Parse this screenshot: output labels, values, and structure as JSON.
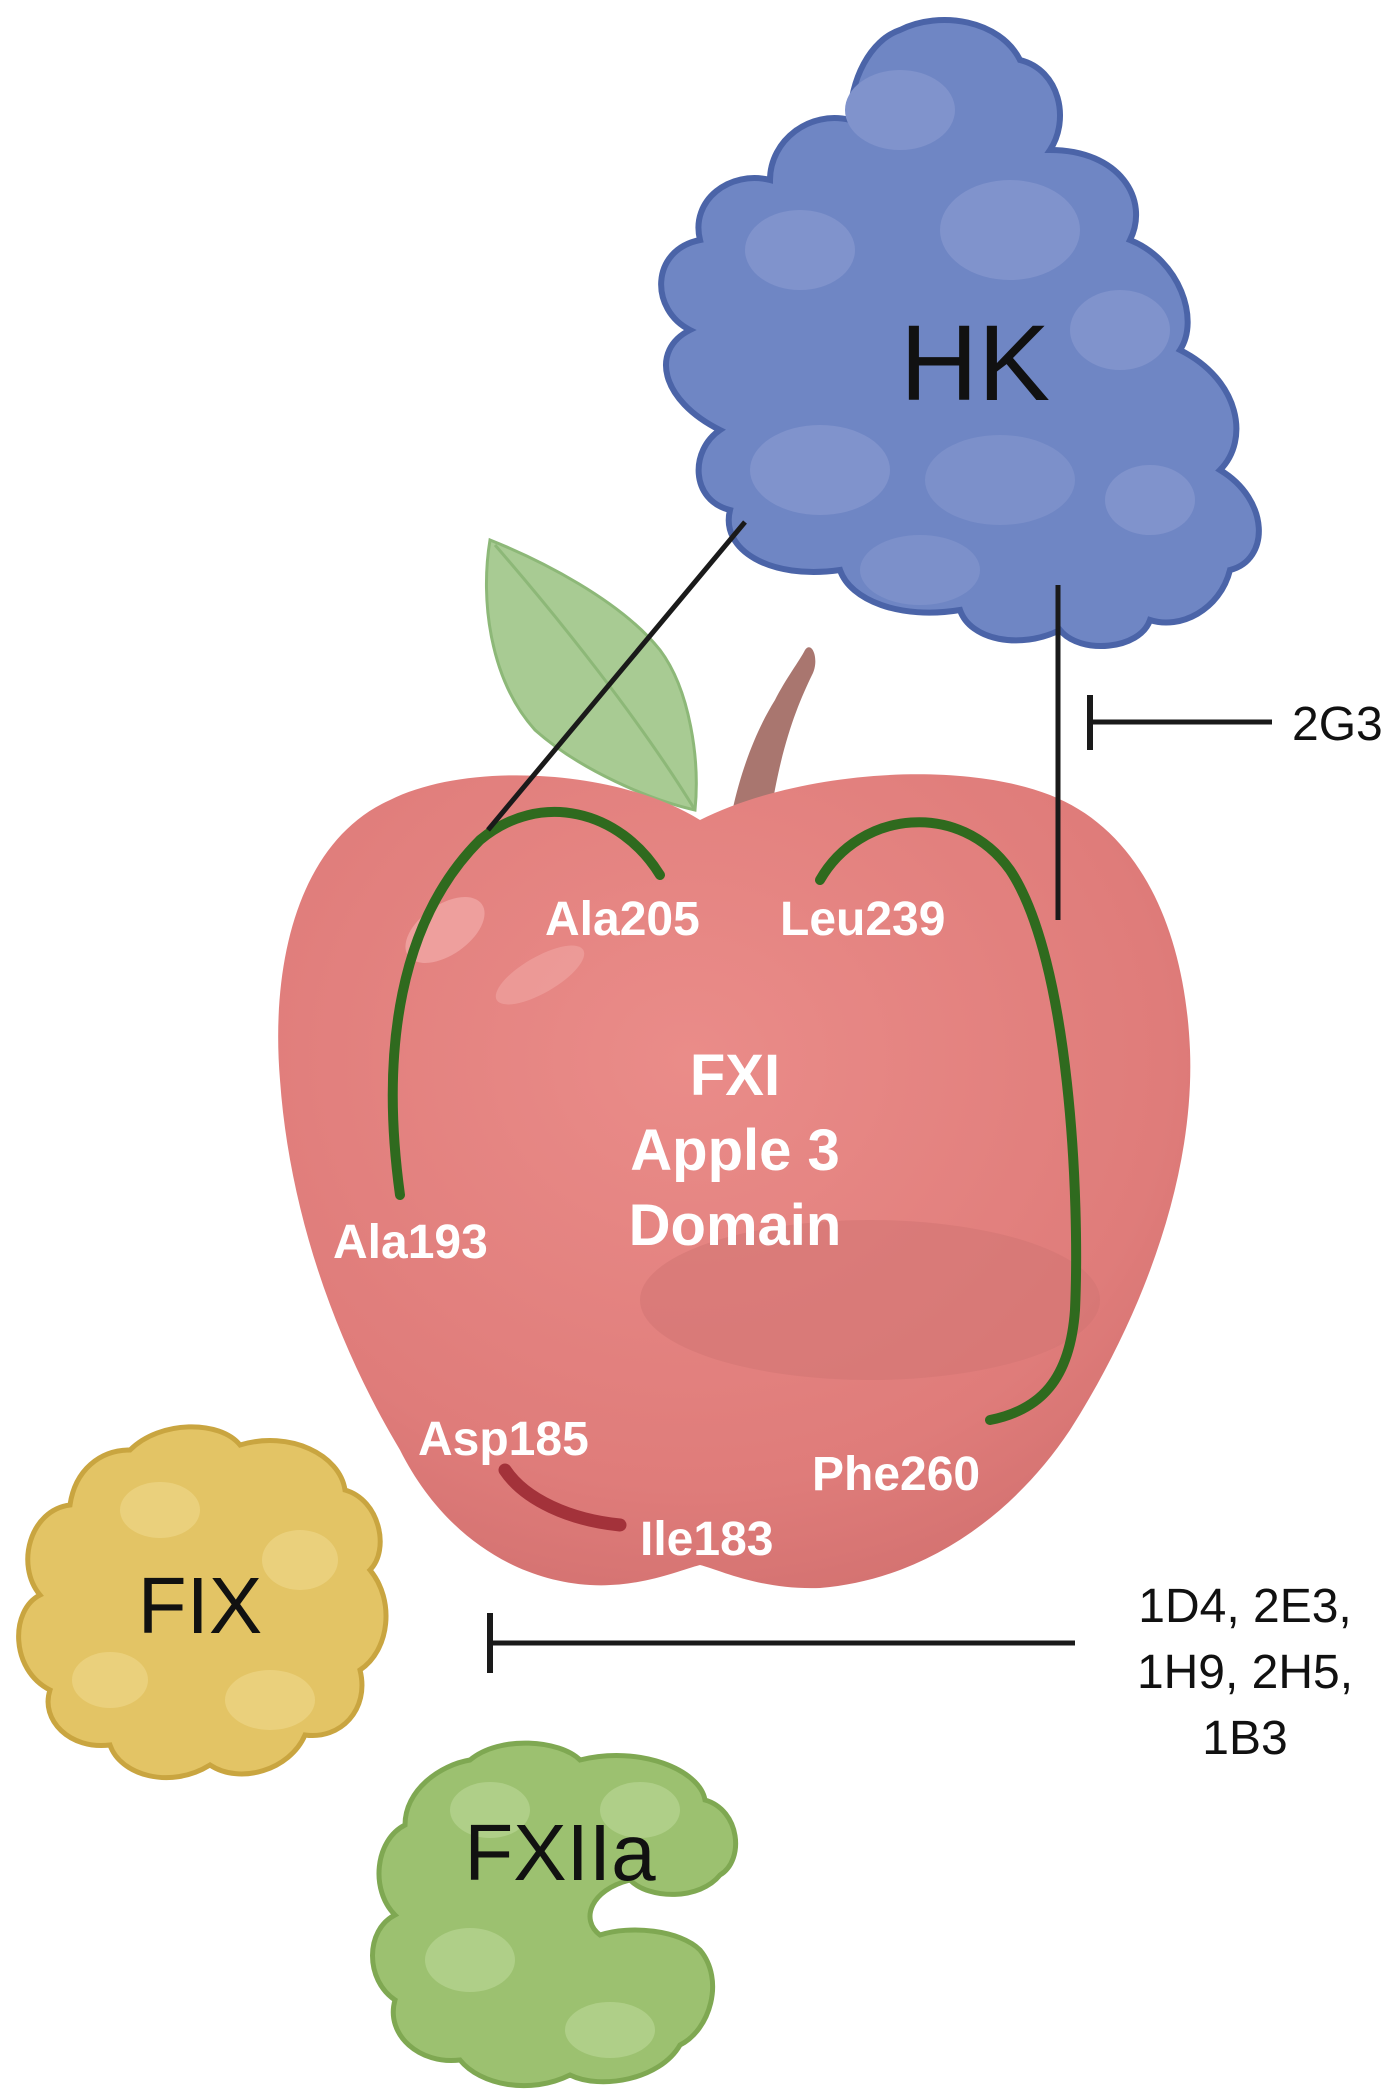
{
  "proteins": {
    "hk": {
      "label": "HK",
      "color": "#6f86c4"
    },
    "fix": {
      "label": "FIX",
      "color": "#e3c465"
    },
    "fxiia": {
      "label": "FXIIa",
      "color": "#9cc170"
    }
  },
  "apple": {
    "title_line1": "FXI",
    "title_line2": "Apple 3",
    "title_line3": "Domain",
    "color": "#e07d7b"
  },
  "residues": {
    "ala205": "Ala205",
    "leu239": "Leu239",
    "ala193": "Ala193",
    "asp185": "Asp185",
    "ile183": "Ile183",
    "phe260": "Phe260"
  },
  "inhibitors": {
    "hk_antibody": "2G3",
    "fix_antibodies_line1": "1D4, 2E3,",
    "fix_antibodies_line2": "1H9, 2H5,",
    "fix_antibodies_line3": "1B3"
  },
  "colors": {
    "binding_region": "#2f6a1e",
    "active_region": "#a3323a",
    "connector": "#1a1a1a"
  }
}
